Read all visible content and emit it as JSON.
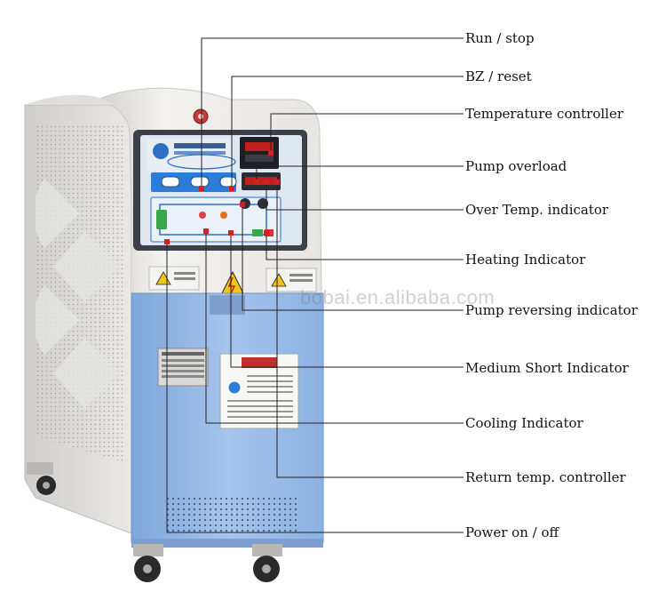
{
  "watermark": "bobai.en.alibaba.com",
  "callouts": [
    {
      "id": "run-stop",
      "label": "Run / stop"
    },
    {
      "id": "bz-reset",
      "label": "BZ / reset"
    },
    {
      "id": "temperature-controller",
      "label": "Temperature controller"
    },
    {
      "id": "pump-overload",
      "label": "Pump overload"
    },
    {
      "id": "over-temp-indicator",
      "label": "Over Temp. indicator"
    },
    {
      "id": "heating-indicator",
      "label": "Heating Indicator"
    },
    {
      "id": "pump-reversing-indicator",
      "label": "Pump reversing indicator"
    },
    {
      "id": "medium-short-indicator",
      "label": "Medium Short Indicator"
    },
    {
      "id": "cooling-indicator",
      "label": "Cooling Indicator"
    },
    {
      "id": "return-temp-controller",
      "label": "Return temp.  controller"
    },
    {
      "id": "power-on-off",
      "label": "Power on / off"
    }
  ],
  "colors": {
    "cabinet_white": "#ecebe8",
    "cabinet_blue": "#8fb4e3",
    "panel_dark": "#3d4048",
    "panel_light": "#dfe8f1",
    "leader_line": "#222222",
    "warning_yellow": "#f2c51a",
    "warning_red": "#c0302a"
  }
}
